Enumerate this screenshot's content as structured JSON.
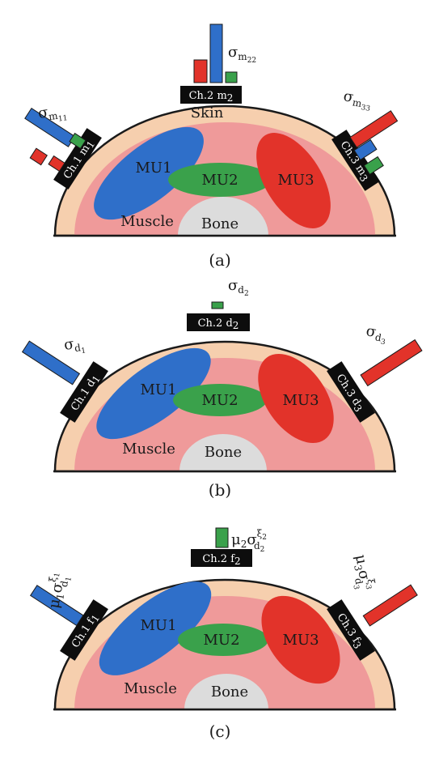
{
  "panels": [
    {
      "caption": "(a)",
      "labels": {
        "skin": "Skin",
        "muscle": "Muscle",
        "bone": "Bone",
        "mu1": "MU1",
        "mu2": "MU2",
        "mu3": "MU3"
      },
      "channels": [
        {
          "name": "Ch.1",
          "sub": "1",
          "var": "m"
        },
        {
          "name": "Ch.2",
          "sub": "2",
          "var": "m"
        },
        {
          "name": "Ch.3",
          "sub": "3",
          "var": "m"
        }
      ],
      "sigmas": [
        {
          "sym": "σ",
          "sub": "m",
          "subsub": "11"
        },
        {
          "sym": "σ",
          "sub": "m",
          "subsub": "22"
        },
        {
          "sym": "σ",
          "sub": "m",
          "subsub": "33"
        }
      ]
    },
    {
      "caption": "(b)",
      "labels": {
        "muscle": "Muscle",
        "bone": "Bone",
        "mu1": "MU1",
        "mu2": "MU2",
        "mu3": "MU3"
      },
      "channels": [
        {
          "name": "Ch.1",
          "sub": "1",
          "var": "d"
        },
        {
          "name": "Ch.2",
          "sub": "2",
          "var": "d"
        },
        {
          "name": "Ch.3",
          "sub": "3",
          "var": "d"
        }
      ],
      "sigmas": [
        {
          "sym": "σ",
          "sub": "d",
          "subsub": "1"
        },
        {
          "sym": "σ",
          "sub": "d",
          "subsub": "2"
        },
        {
          "sym": "σ",
          "sub": "d",
          "subsub": "3"
        }
      ]
    },
    {
      "caption": "(c)",
      "labels": {
        "muscle": "Muscle",
        "bone": "Bone",
        "mu1": "MU1",
        "mu2": "MU2",
        "mu3": "MU3"
      },
      "channels": [
        {
          "name": "Ch.1",
          "sub": "1",
          "var": "f"
        },
        {
          "name": "Ch.2",
          "sub": "2",
          "var": "f"
        },
        {
          "name": "Ch.3",
          "sub": "3",
          "var": "f"
        }
      ],
      "sigmas": [
        {
          "mu": "μ",
          "musub": "1",
          "sym": "σ",
          "sub": "d",
          "subsub": "1",
          "sup": "ξ",
          "supsub": "1"
        },
        {
          "mu": "μ",
          "musub": "2",
          "sym": "σ",
          "sub": "d",
          "subsub": "2",
          "sup": "ξ",
          "supsub": "2"
        },
        {
          "mu": "μ",
          "musub": "3",
          "sym": "σ",
          "sub": "d",
          "subsub": "3",
          "sup": "ξ",
          "supsub": "3"
        }
      ]
    }
  ],
  "colors": {
    "skin": "#f6cfae",
    "muscle": "#ef9a9a",
    "bone": "#dcdcdc",
    "mu1": "#2f6fc9",
    "mu2": "#3aa14b",
    "mu3": "#e2332a",
    "channel": "#0d0d0d"
  }
}
